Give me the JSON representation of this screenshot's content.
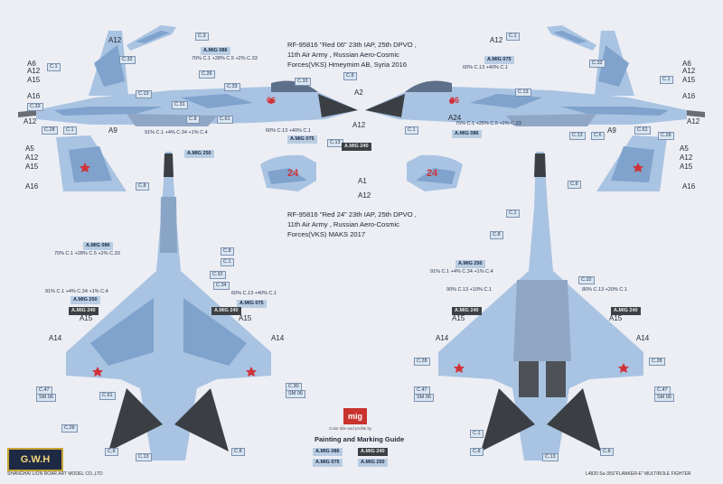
{
  "colors": {
    "background": "#eceef4",
    "camo_light": "#a9c3e2",
    "camo_mid": "#7fa3cc",
    "camo_dark": "#5f7fa8",
    "radome": "#3b3f44",
    "star": "#d0333a"
  },
  "desc1": {
    "line1": "RF-95816 \"Red 06\"  23th IAP, 25th DPVO ,",
    "line2": "11th Air Army ,  Russian Aero-Cosmic",
    "line3": "Forces(VKS) Hmeymim AB, Syria 2016"
  },
  "desc2": {
    "line1": "RF-95816 \"Red 24\" 23th IAP, 25th DPVO ,",
    "line2": "11th Air Army ,  Russian Aero-Cosmic",
    "line3": "Forces(VKS) MAKS 2017"
  },
  "callouts": {
    "A12": "A12",
    "A6": "A6",
    "A15": "A15",
    "A16": "A16",
    "A5": "A5",
    "A9": "A9",
    "A2": "A2",
    "A24": "A24",
    "A1": "A1",
    "A14": "A14",
    "C1": "C.1",
    "C3": "C.3",
    "C4": "C.4",
    "C6": "C.6",
    "C8": "C.8",
    "C13": "C.13",
    "C20": "C.20",
    "C26": "C.26",
    "C28": "C.28",
    "C29": "C.29",
    "C31": "C.31",
    "C32": "C.32",
    "C33": "C.33",
    "C34": "C.34",
    "C47": "C.47",
    "C61": "C.61",
    "SM06": "SM 06",
    "C30": "C.30"
  },
  "mixes": {
    "m70_28": "70% C.1 +28% C.5 +2% C.33",
    "m60_40": "60% C.13 +40% C.1",
    "m91_4": "91% C.1 +4% C.34 +1% C.4",
    "m90_10": "90% C.13 +10% C.1",
    "m80_20": "80% C.13 +20% C.1",
    "m76_20": "76% C.1 +25% C.5 +2% C.33"
  },
  "paints": {
    "p086": "A.MIG 086",
    "p075": "A.MIG 075",
    "p250": "A.MIG 250",
    "p240": "A.MIG 240"
  },
  "guide": {
    "title": "Painting and Marking Guide",
    "credit": "Color title and profile by",
    "brand": "mig",
    "legend": [
      "A.MIG 086",
      "A.MIG 240",
      "A.MIG 075",
      "A.MIG 250"
    ]
  },
  "markings": {
    "nose_num_a": "06",
    "nose_num_b": "24"
  },
  "footer": {
    "left": "SHANGHAI LION ROAR ART MODEL CO.,LTD",
    "right": "L4820 Su-35S\"FLANKER-E\" MULTIROLE FIGHTER",
    "logo": "G.W.H"
  }
}
